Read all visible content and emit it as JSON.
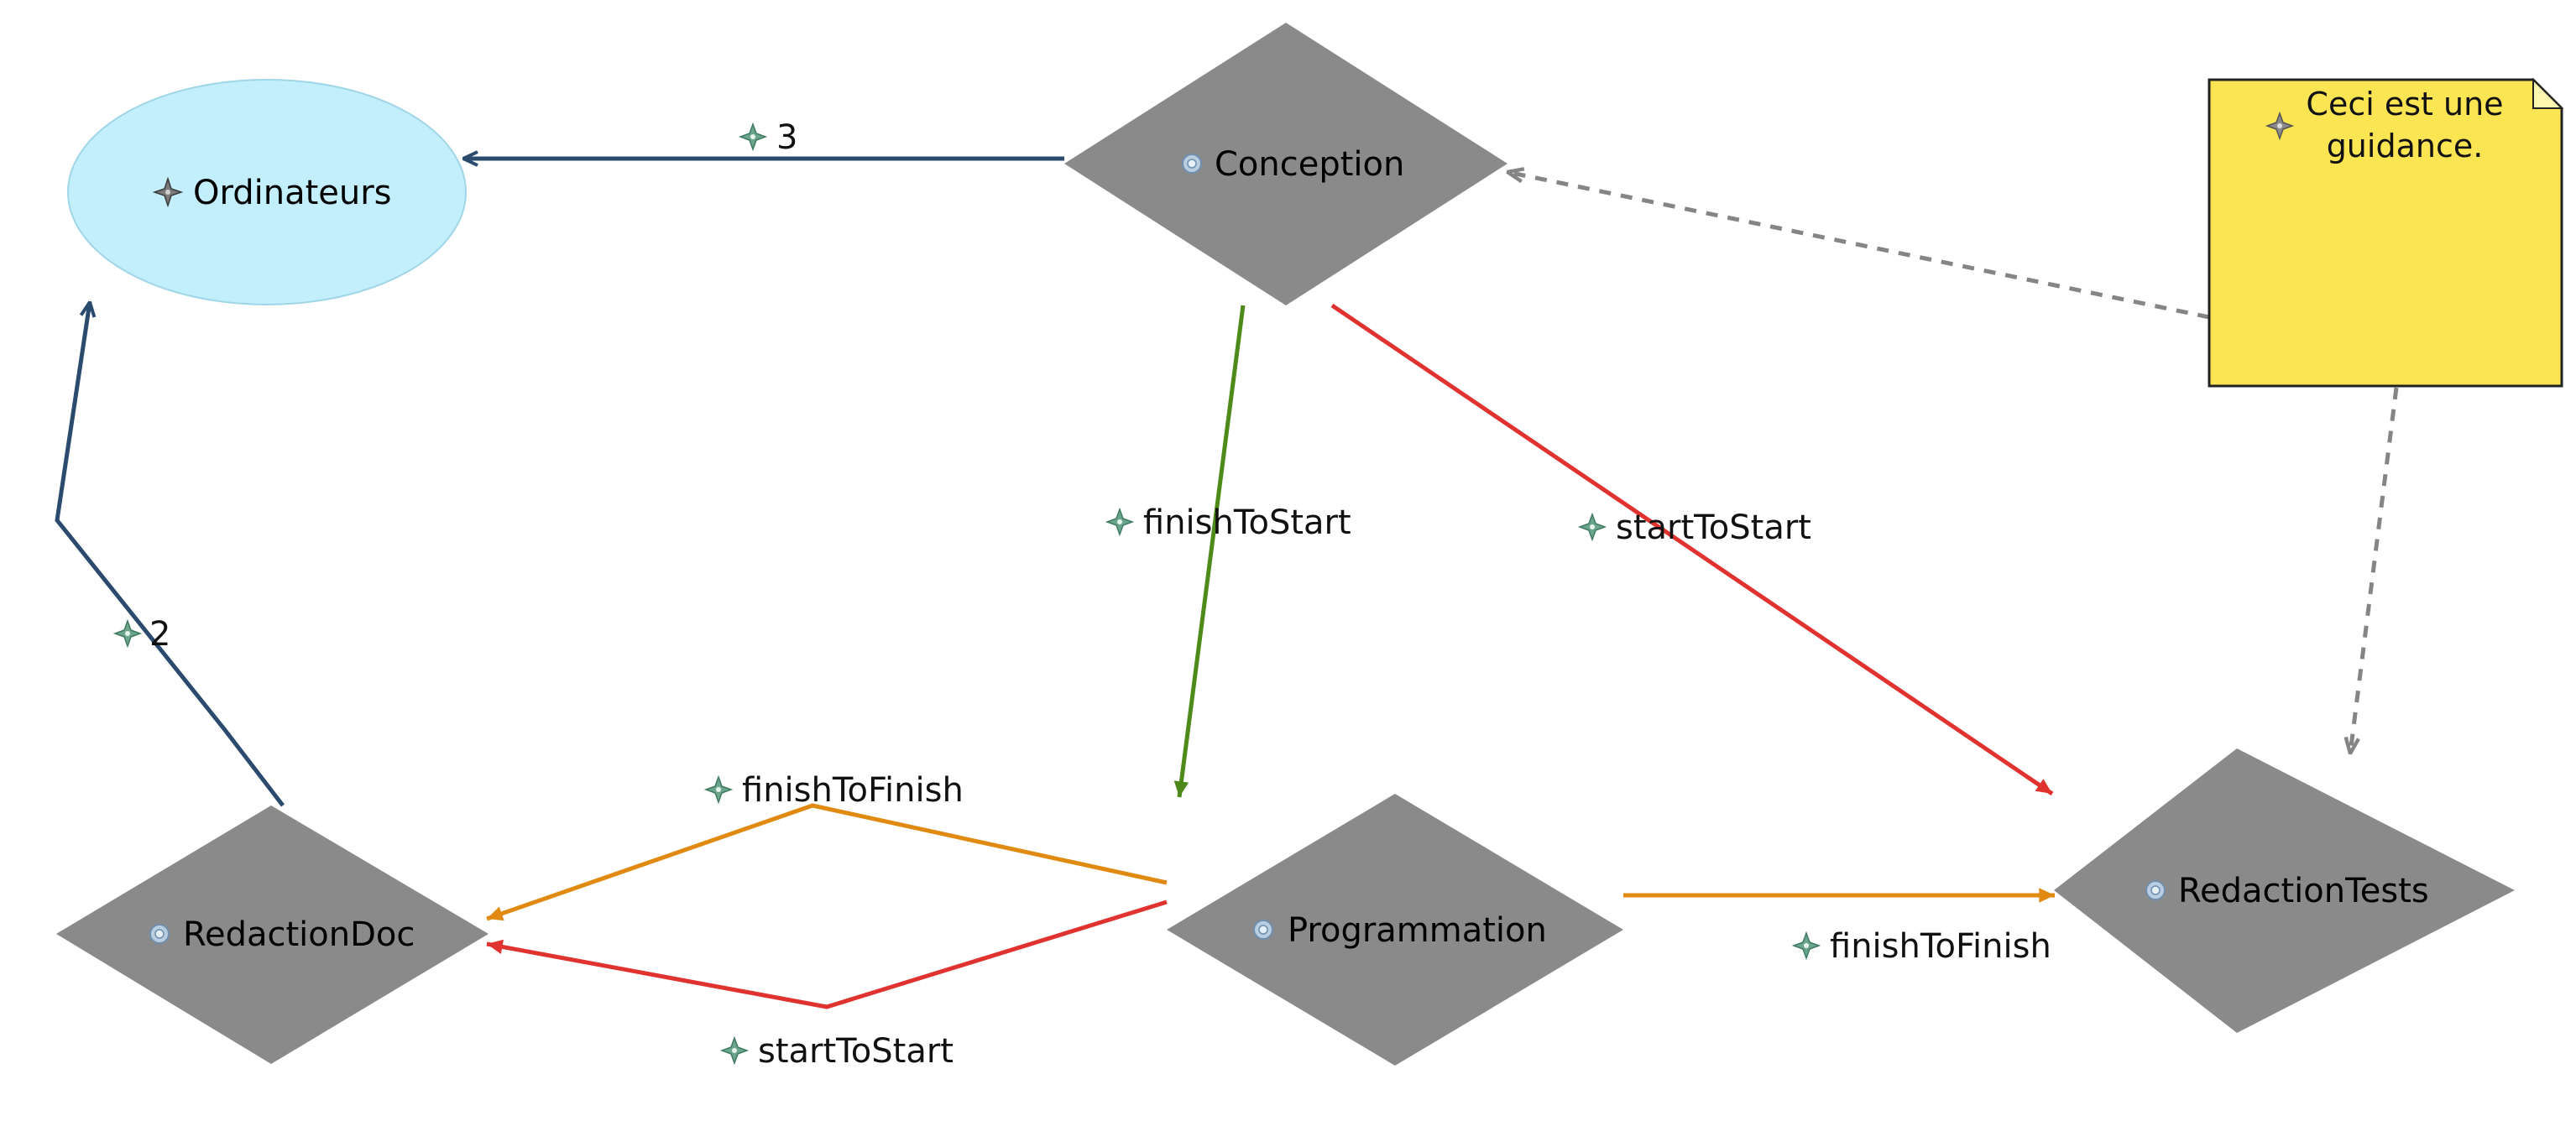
{
  "nodes": {
    "ordinateurs": {
      "label": "Ordinateurs"
    },
    "conception": {
      "label": "Conception"
    },
    "redaction_doc": {
      "label": "RedactionDoc"
    },
    "programmation": {
      "label": "Programmation"
    },
    "redaction_tests": {
      "label": "RedactionTests"
    }
  },
  "note": {
    "line1": "Ceci est une",
    "line2": "guidance."
  },
  "edges": {
    "conception_to_ordinateurs": {
      "label": "3"
    },
    "redactiondoc_to_ordinateurs": {
      "label": "2"
    },
    "conception_to_programmation": {
      "label": "finishToStart"
    },
    "conception_to_redactiontests": {
      "label": "startToStart"
    },
    "programmation_to_redactiondoc_finish": {
      "label": "finishToFinish"
    },
    "programmation_to_redactiondoc_start": {
      "label": "startToStart"
    },
    "programmation_to_redactiontests": {
      "label": "finishToFinish"
    }
  },
  "colors": {
    "diamond_fill": "#8a8a8a",
    "ellipse_fill": "#c3eefc",
    "ellipse_stroke": "#9fd6e8",
    "note_fill": "#fce553",
    "dependency_navy": "#2a4a6e",
    "finish_to_start_green": "#4d8a1a",
    "start_to_start_red": "#e0322f",
    "finish_to_finish_orange": "#e08a12",
    "guidance_dashed_gray": "#858585",
    "label_icon_green": "#6aa58c"
  },
  "icons": {
    "node_icon": "activity-icon",
    "edge_icon": "relation-star-icon",
    "note_icon": "guidance-star-icon"
  }
}
